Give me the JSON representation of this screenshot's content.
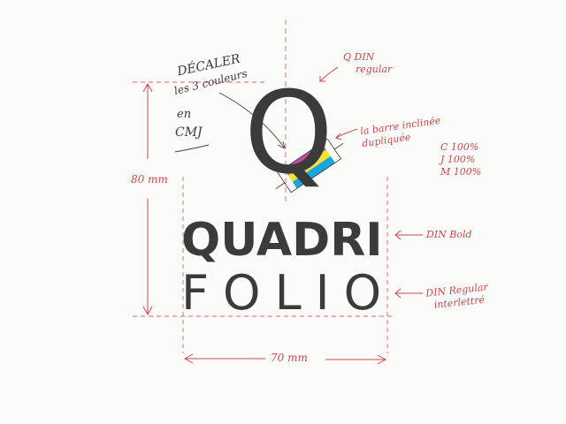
{
  "logo": {
    "big_q": "Q",
    "line1": "QUADRI",
    "line2": "FOLIO"
  },
  "annotations": {
    "decaler_1": "DÉCALER",
    "decaler_2": "les 3 couleurs",
    "decaler_3": "en",
    "decaler_4": "CMJ",
    "q_din_1": "Q  DIN",
    "q_din_2": "regular",
    "barre_1": "la barre inclinée",
    "barre_2": "dupliquée",
    "cmj_c": "C 100%",
    "cmj_j": "J 100%",
    "cmj_m": "M 100%",
    "din_bold": "DIN Bold",
    "din_regular_1": "DIN Regular",
    "din_regular_2": "interlettré",
    "height": "80 mm",
    "width": "70 mm"
  },
  "colors": {
    "ink": "#3b3b3b",
    "red_pen": "#c94a4a",
    "cyan": "#19a6e0",
    "magenta": "#c64a9b",
    "yellow": "#f2e33a"
  }
}
